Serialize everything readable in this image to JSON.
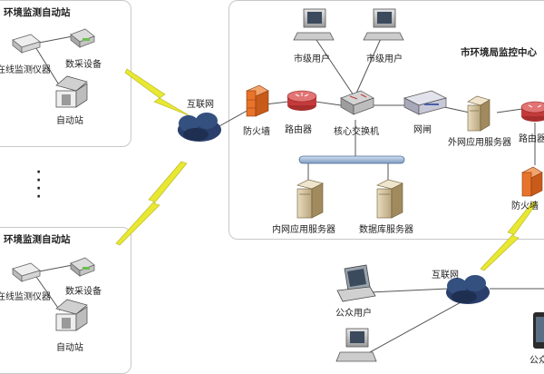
{
  "station_top": {
    "title": "环境监测自动站",
    "monitor": "在线监测仪器",
    "collector": "数采设备",
    "station": "自动站"
  },
  "station_bottom": {
    "title": "环境监测自动站",
    "monitor": "在线监测仪器",
    "collector": "数采设备",
    "station": "自动站"
  },
  "internet_left": "互联网",
  "internet_right": "互联网",
  "center": {
    "title": "市环境局监控中心",
    "city_user_1": "市级用户",
    "city_user_2": "市级用户",
    "firewall_1": "防火墙",
    "router_1": "路由器",
    "core_switch": "核心交换机",
    "gateway": "网闸",
    "ext_server": "外网应用服务器",
    "router_2": "路由器",
    "firewall_2": "防火墙",
    "intranet_server": "内网应用服务器",
    "db_server": "数据库服务器"
  },
  "public": {
    "public_user": "公众用户",
    "public_2": "公众"
  },
  "colors": {
    "panel_border": "#c8c8c8",
    "lightning": "#e8e832",
    "cloud": "#2a3f6b",
    "firewall": "#e8732a",
    "router": "#c43a3a"
  }
}
